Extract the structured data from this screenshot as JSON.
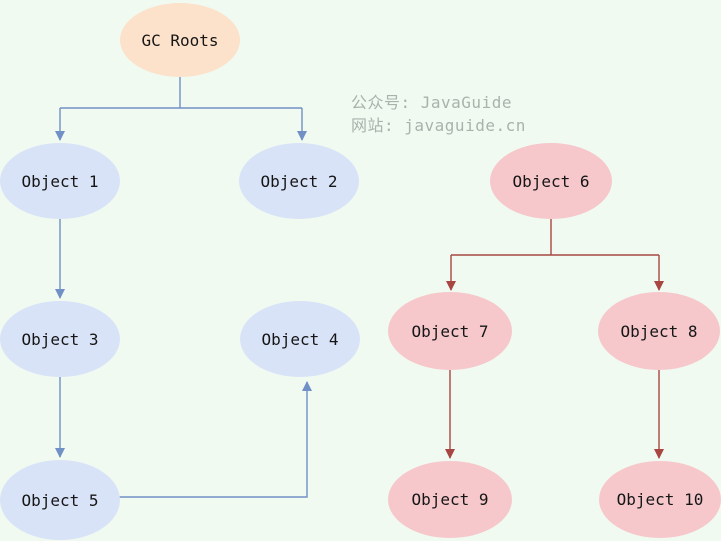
{
  "diagram": {
    "title": "GC Roots reachability diagram",
    "background_color": "#f0faf1",
    "watermark": {
      "line1": "公众号: JavaGuide",
      "line2": "网站: javaguide.cn",
      "color": "#a9b2ab"
    },
    "colors": {
      "gc_roots_fill": "#fce1cb",
      "reachable_fill": "#d9e3f7",
      "unreachable_fill": "#f6c8cb",
      "blue_arrow": "#7090c6",
      "red_arrow": "#a84742",
      "label_text": "#161616"
    },
    "nodes": {
      "gc_roots": {
        "label": "GC Roots",
        "fill": "#fce1cb"
      },
      "object1": {
        "label": "Object 1",
        "fill": "#d9e3f7"
      },
      "object2": {
        "label": "Object 2",
        "fill": "#d9e3f7"
      },
      "object3": {
        "label": "Object 3",
        "fill": "#d9e3f7"
      },
      "object4": {
        "label": "Object 4",
        "fill": "#d9e3f7"
      },
      "object5": {
        "label": "Object 5",
        "fill": "#d9e3f7"
      },
      "object6": {
        "label": "Object 6",
        "fill": "#f6c8cb"
      },
      "object7": {
        "label": "Object 7",
        "fill": "#f6c8cb"
      },
      "object8": {
        "label": "Object 8",
        "fill": "#f6c8cb"
      },
      "object9": {
        "label": "Object 9",
        "fill": "#f6c8cb"
      },
      "object10": {
        "label": "Object 10",
        "fill": "#f6c8cb"
      }
    },
    "edges": [
      {
        "from": "gc_roots",
        "to": "object1",
        "color": "#7090c6"
      },
      {
        "from": "gc_roots",
        "to": "object2",
        "color": "#7090c6"
      },
      {
        "from": "object1",
        "to": "object3",
        "color": "#7090c6"
      },
      {
        "from": "object3",
        "to": "object5",
        "color": "#7090c6"
      },
      {
        "from": "object5",
        "to": "object4",
        "color": "#7090c6"
      },
      {
        "from": "object6",
        "to": "object7",
        "color": "#a84742"
      },
      {
        "from": "object6",
        "to": "object8",
        "color": "#a84742"
      },
      {
        "from": "object7",
        "to": "object9",
        "color": "#a84742"
      },
      {
        "from": "object8",
        "to": "object10",
        "color": "#a84742"
      }
    ]
  }
}
